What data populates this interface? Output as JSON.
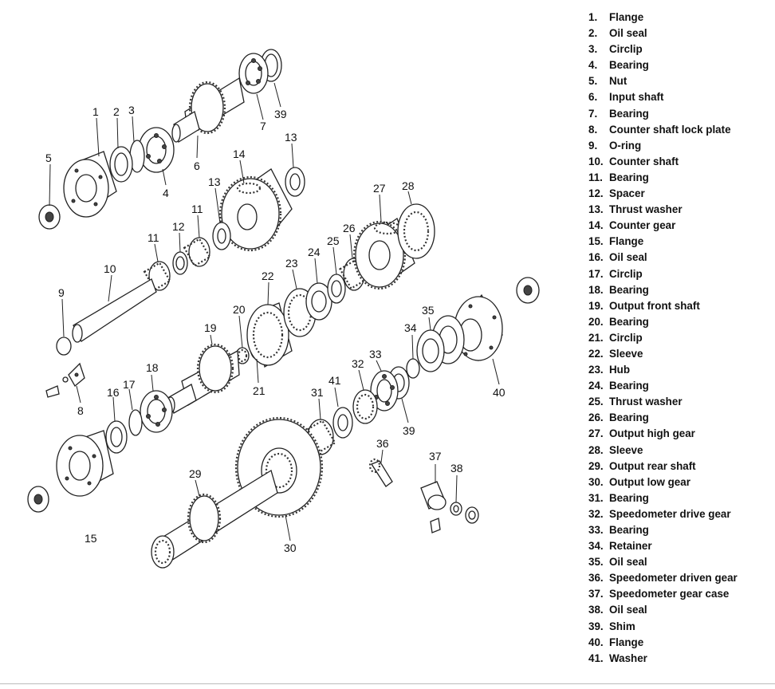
{
  "callouts": [
    "1",
    "2",
    "3",
    "4",
    "5",
    "6",
    "7",
    "8",
    "9",
    "10",
    "11",
    "11",
    "12",
    "13",
    "13",
    "14",
    "15",
    "16",
    "17",
    "18",
    "19",
    "20",
    "21",
    "22",
    "23",
    "24",
    "25",
    "26",
    "27",
    "28",
    "29",
    "30",
    "31",
    "32",
    "33",
    "34",
    "35",
    "36",
    "37",
    "38",
    "39",
    "40",
    "41"
  ],
  "legend": [
    {
      "num": "1.",
      "name": "Flange"
    },
    {
      "num": "2.",
      "name": "Oil seal"
    },
    {
      "num": "3.",
      "name": "Circlip"
    },
    {
      "num": "4.",
      "name": "Bearing"
    },
    {
      "num": "5.",
      "name": "Nut"
    },
    {
      "num": "6.",
      "name": "Input shaft"
    },
    {
      "num": "7.",
      "name": "Bearing"
    },
    {
      "num": "8.",
      "name": "Counter shaft lock plate"
    },
    {
      "num": "9.",
      "name": "O-ring"
    },
    {
      "num": "10.",
      "name": "Counter shaft"
    },
    {
      "num": "11.",
      "name": "Bearing"
    },
    {
      "num": "12.",
      "name": "Spacer"
    },
    {
      "num": "13.",
      "name": "Thrust washer"
    },
    {
      "num": "14.",
      "name": "Counter gear"
    },
    {
      "num": "15.",
      "name": "Flange"
    },
    {
      "num": "16.",
      "name": "Oil seal"
    },
    {
      "num": "17.",
      "name": "Circlip"
    },
    {
      "num": "18.",
      "name": "Bearing"
    },
    {
      "num": "19.",
      "name": "Output front shaft"
    },
    {
      "num": "20.",
      "name": "Bearing"
    },
    {
      "num": "21.",
      "name": "Circlip"
    },
    {
      "num": "22.",
      "name": "Sleeve"
    },
    {
      "num": "23.",
      "name": "Hub"
    },
    {
      "num": "24.",
      "name": "Bearing"
    },
    {
      "num": "25.",
      "name": "Thrust washer"
    },
    {
      "num": "26.",
      "name": "Bearing"
    },
    {
      "num": "27.",
      "name": "Output high gear"
    },
    {
      "num": "28.",
      "name": "Sleeve"
    },
    {
      "num": "29.",
      "name": "Output rear shaft"
    },
    {
      "num": "30.",
      "name": "Output low gear"
    },
    {
      "num": "31.",
      "name": "Bearing"
    },
    {
      "num": "32.",
      "name": "Speedometer drive gear"
    },
    {
      "num": "33.",
      "name": "Bearing"
    },
    {
      "num": "34.",
      "name": "Retainer"
    },
    {
      "num": "35.",
      "name": "Oil seal"
    },
    {
      "num": "36.",
      "name": "Speedometer driven gear"
    },
    {
      "num": "37.",
      "name": "Speedometer gear case"
    },
    {
      "num": "38.",
      "name": "Oil seal"
    },
    {
      "num": "39.",
      "name": "Shim"
    },
    {
      "num": "40.",
      "name": "Flange"
    },
    {
      "num": "41.",
      "name": "Washer"
    }
  ]
}
